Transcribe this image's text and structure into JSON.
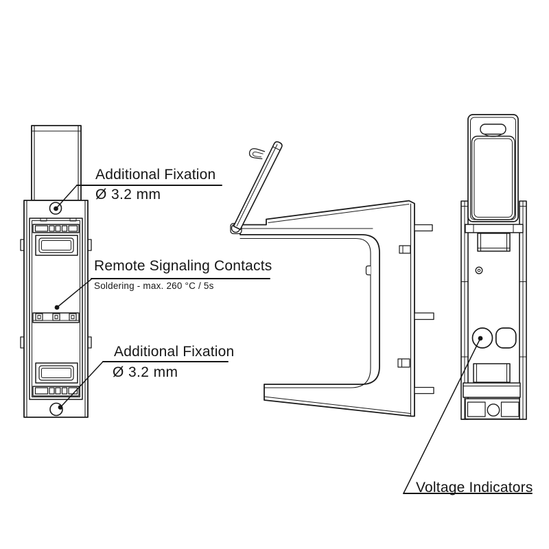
{
  "drawing": {
    "background_color": "#ffffff",
    "line_color": "#1a1a1a",
    "description_visible_text_only": true
  },
  "annotations": {
    "fixation_top": {
      "title": "Additional Fixation",
      "subtitle": "Ø 3.2 mm"
    },
    "remote_signaling": {
      "title": "Remote Signaling Contacts",
      "subtitle": "Soldering - max. 260 °C / 5s"
    },
    "fixation_bottom": {
      "title": "Additional Fixation",
      "subtitle": "Ø 3.2 mm"
    },
    "voltage_indicators": {
      "title": "Voltage Indicators"
    }
  }
}
